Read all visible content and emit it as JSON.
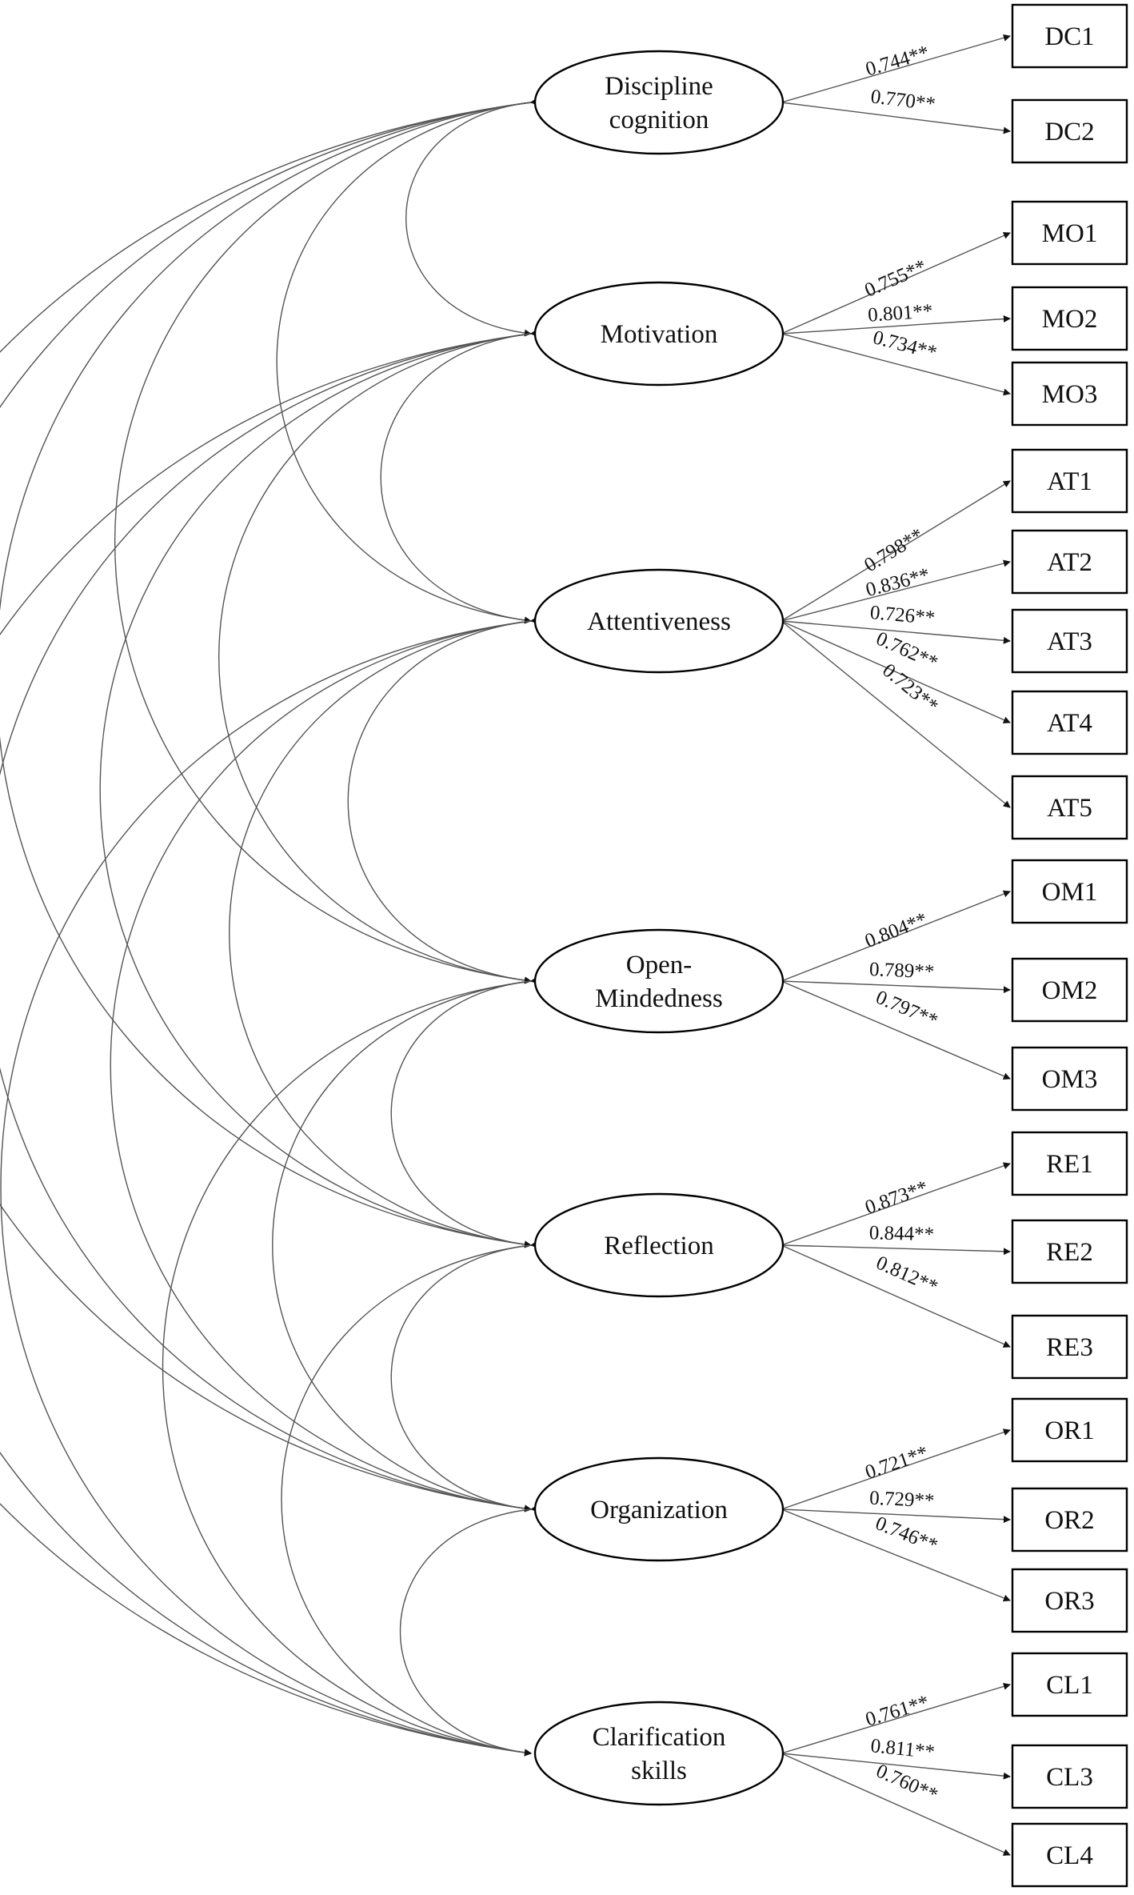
{
  "colors": {
    "stroke": "#555555",
    "outline": "#000000",
    "text": "#111111",
    "background": "#ffffff"
  },
  "latents": [
    {
      "id": "DC",
      "lines": [
        "Discipline",
        "cognition"
      ]
    },
    {
      "id": "MO",
      "lines": [
        "Motivation"
      ]
    },
    {
      "id": "AT",
      "lines": [
        "Attentiveness"
      ]
    },
    {
      "id": "OM",
      "lines": [
        "Open-",
        "Mindedness"
      ]
    },
    {
      "id": "RE",
      "lines": [
        "Reflection"
      ]
    },
    {
      "id": "OR",
      "lines": [
        "Organization"
      ]
    },
    {
      "id": "CL",
      "lines": [
        "Clarification",
        "skills"
      ]
    }
  ],
  "indicators": [
    {
      "label": "DC1",
      "latent": "DC",
      "loading": "0.744**"
    },
    {
      "label": "DC2",
      "latent": "DC",
      "loading": "0.770**"
    },
    {
      "label": "MO1",
      "latent": "MO",
      "loading": "0.755**"
    },
    {
      "label": "MO2",
      "latent": "MO",
      "loading": "0.801**"
    },
    {
      "label": "MO3",
      "latent": "MO",
      "loading": "0.734**"
    },
    {
      "label": "AT1",
      "latent": "AT",
      "loading": "0.798**"
    },
    {
      "label": "AT2",
      "latent": "AT",
      "loading": "0.836**"
    },
    {
      "label": "AT3",
      "latent": "AT",
      "loading": "0.726**"
    },
    {
      "label": "AT4",
      "latent": "AT",
      "loading": "0.762**"
    },
    {
      "label": "AT5",
      "latent": "AT",
      "loading": "0.723**"
    },
    {
      "label": "OM1",
      "latent": "OM",
      "loading": "0.804**"
    },
    {
      "label": "OM2",
      "latent": "OM",
      "loading": "0.789**"
    },
    {
      "label": "OM3",
      "latent": "OM",
      "loading": "0.797**"
    },
    {
      "label": "RE1",
      "latent": "RE",
      "loading": "0.873**"
    },
    {
      "label": "RE2",
      "latent": "RE",
      "loading": "0.844**"
    },
    {
      "label": "RE3",
      "latent": "RE",
      "loading": "0.812**"
    },
    {
      "label": "OR1",
      "latent": "OR",
      "loading": "0.721**"
    },
    {
      "label": "OR2",
      "latent": "OR",
      "loading": "0.729**"
    },
    {
      "label": "OR3",
      "latent": "OR",
      "loading": "0.746**"
    },
    {
      "label": "CL1",
      "latent": "CL",
      "loading": "0.761**"
    },
    {
      "label": "CL3",
      "latent": "CL",
      "loading": "0.811**"
    },
    {
      "label": "CL4",
      "latent": "CL",
      "loading": "0.760**"
    }
  ]
}
